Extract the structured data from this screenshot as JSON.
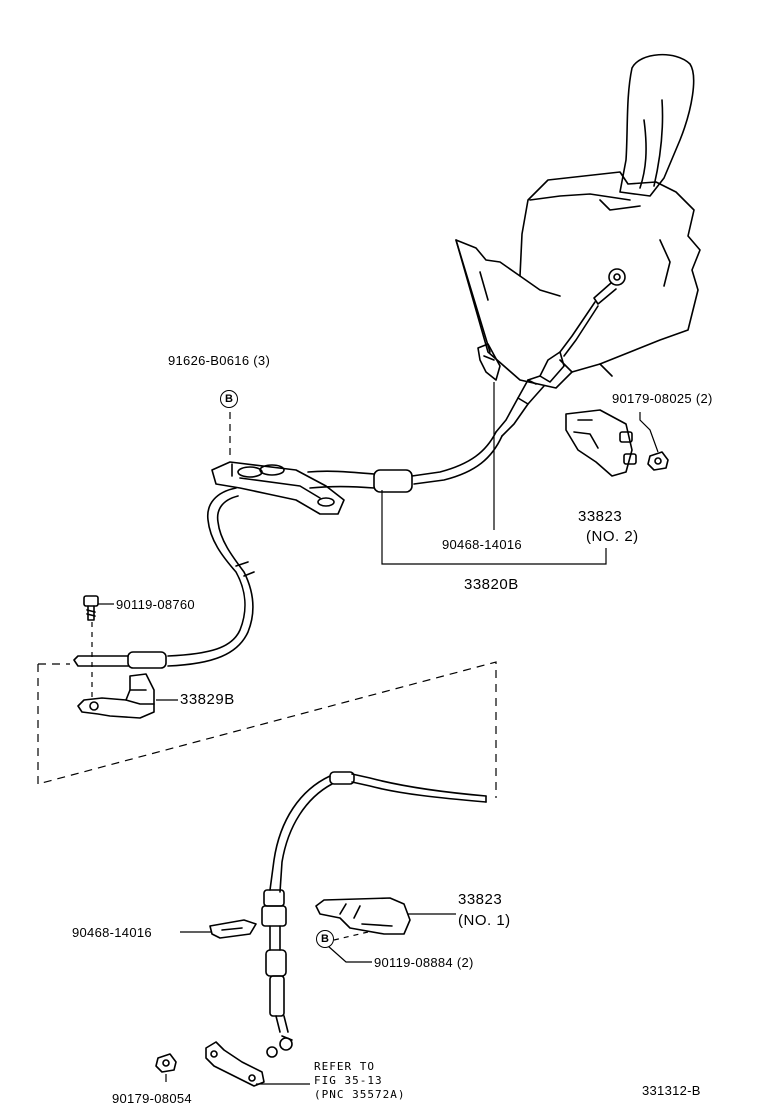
{
  "labels": {
    "stud_bolt": "91626-B0616 (3)",
    "nut_upper": "90179-08025 (2)",
    "clip_upper": "90468-14016",
    "retainer_no2_part": "33823",
    "retainer_no2_qual": "(NO. 2)",
    "cable_assembly": "33820B",
    "bolt_clamp": "90119-08760",
    "clamp": "33829B",
    "retainer_no1_part": "33823",
    "retainer_no1_qual": "(NO. 1)",
    "clip_lower": "90468-14016",
    "bolt_lower": "90119-08884 (2)",
    "nut_lower": "90179-08054",
    "refer_line1": "REFER TO",
    "refer_line2": "FIG 35-13",
    "refer_line3": "(PNC 35572A)",
    "figure_id": "331312-B"
  },
  "badges": {
    "upper": "B",
    "lower": "B"
  }
}
